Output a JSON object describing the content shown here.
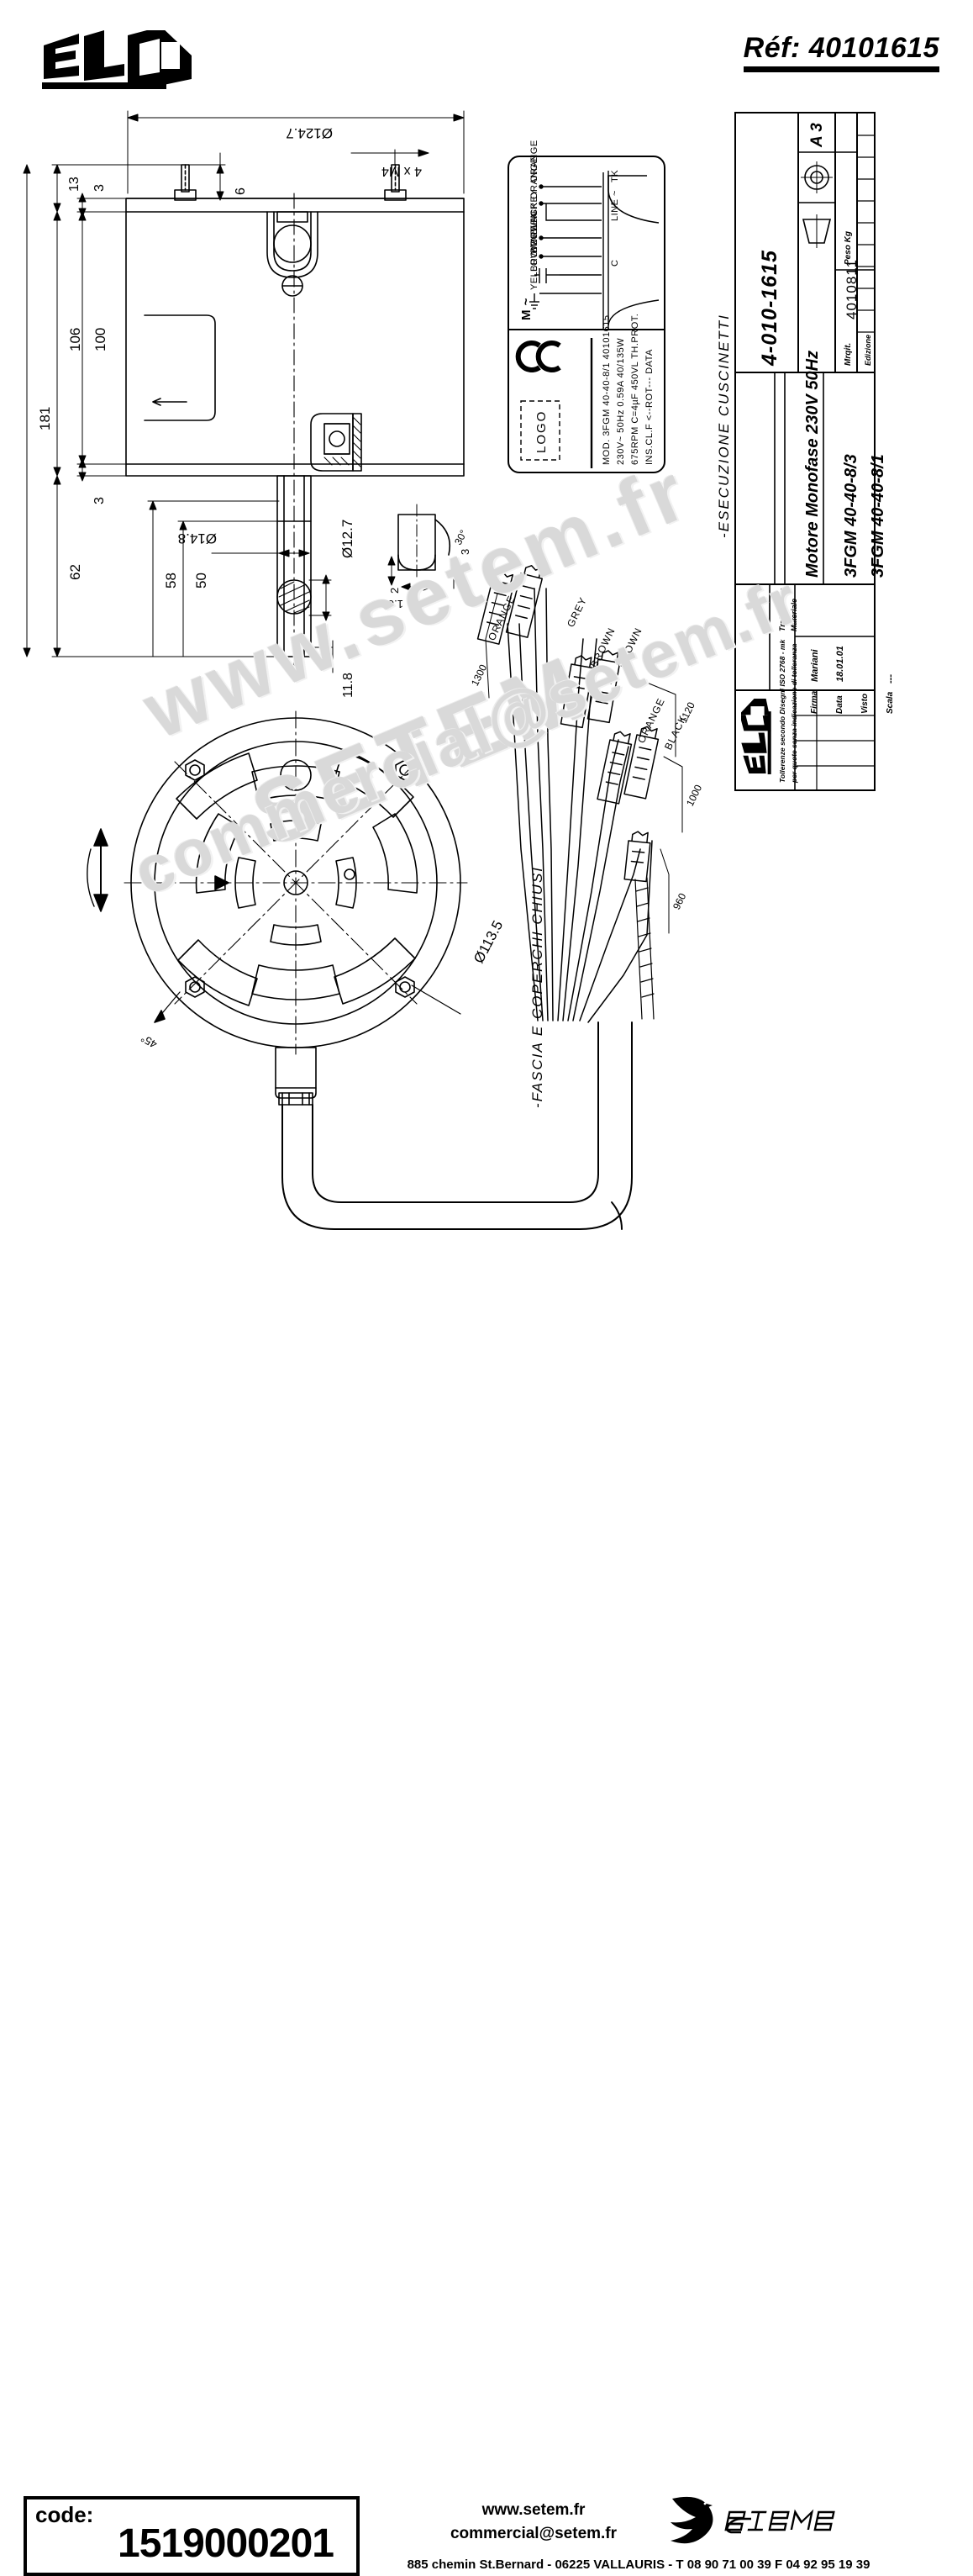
{
  "header": {
    "brand": "ELCO",
    "ref_label": "Réf: 40101615"
  },
  "watermark": {
    "line1": "www.setem.fr",
    "line2": "commercial@setem.fr",
    "line3": "SETEM"
  },
  "drawing": {
    "top_view_dims": {
      "outer_diameter": "Ø124.7",
      "screws": "4 x M4",
      "d13": "13",
      "d3_top": "3",
      "d6": "6",
      "d106": "106",
      "d100": "100",
      "d181": "181",
      "d3_bottom": "3",
      "d62": "62",
      "d58": "58",
      "d50": "50",
      "shaft_diameter": "Ø14.8",
      "flat_diameter": "Ø12.7",
      "d11_8": "11.8"
    },
    "detail_view": {
      "angle": "30°",
      "d3": "3",
      "d2": "2",
      "d1_6": "1.6"
    },
    "bottom_view": {
      "pcd": "Ø113.5",
      "angle": "45°"
    },
    "captions": {
      "bearings": "-ESECUZIONE CUSCINETTI",
      "covers": "-FASCIA E COPERCHI CHIUSI"
    },
    "harness": {
      "wires": [
        {
          "color": "ORANGE",
          "length": "1300"
        },
        {
          "color": "GREY",
          "length": ""
        },
        {
          "color": "BROWN",
          "length": ""
        },
        {
          "color": "BROWN",
          "length": ""
        },
        {
          "color": "ORANGE",
          "length": "1120"
        },
        {
          "color": "BLACK",
          "length": "1000"
        },
        {
          "color": "",
          "length": "960"
        }
      ]
    }
  },
  "nameplate": {
    "wiring_labels": [
      "ORANGE",
      "ORANGE",
      "GREY",
      "BLACK",
      "BROWN",
      "BROWN",
      "YELLOW/GREEN"
    ],
    "terminals": [
      "TK",
      "LINE ~",
      "C"
    ],
    "motor_symbol": "M ~",
    "ce_mark": "CE",
    "logo_placeholder": "LOGO",
    "rows": [
      "MOD. 3FGM  40-40-8/1    40101615",
      "230V~   50Hz   0.59A    40/135W",
      "675RPM  C=4µF 450VL  TH.PROT.",
      "INS.CL.F  <--ROT---   DATA"
    ]
  },
  "titleblock": {
    "format": "A 3",
    "projection_symbol": "first-angle",
    "drawing_ref_label": "Mrqit.",
    "drawing_ref": "4010811",
    "weight_label": "Peso Kg",
    "edition_label": "Edizione",
    "drawing_number": "4-010-1615",
    "title_line1": "Motore Monofase 230V 50Hz",
    "title_line2": "3FGM  40-40-8/3",
    "title_line3": "3FGM  40-40-8/1",
    "treatment_label": "Trattamento",
    "material_label": "Materiale",
    "tolerance_note_line1": "Tollerenze secondo Disegni ISO 2768 - mk",
    "tolerance_note_line2": "per quote senza indicazione di tolleranza",
    "signature_label": "Firma",
    "signature_value": "Mariani",
    "date_label": "Data",
    "date_value": "18.01.01",
    "checked_label": "Visto",
    "checked_value": "",
    "scale_label": "Scala",
    "scale_value": "---",
    "brand": "ELCO"
  },
  "footer": {
    "code_label": "code:",
    "code_value": "1519000201",
    "website": "www.setem.fr",
    "email": "commercial@setem.fr",
    "address": "885 chemin St.Bernard  -  06225 VALLAURIS  -  T 08 90 71 00 39   F 04 92 95 19 39",
    "company": "SETEM"
  }
}
